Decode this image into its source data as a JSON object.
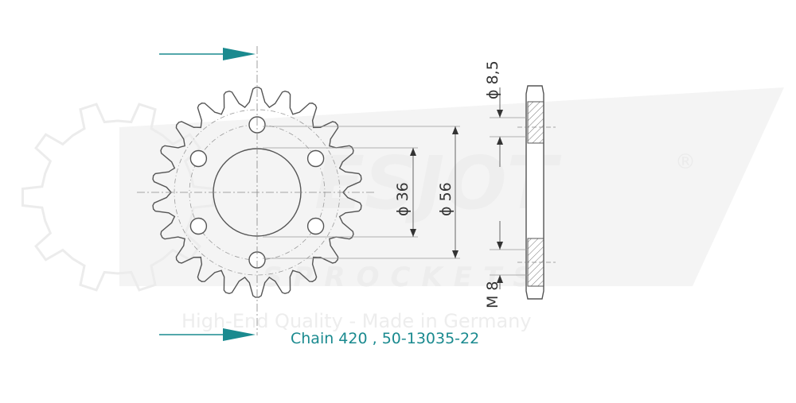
{
  "diagram": {
    "caption": "Chain 420 , 50-13035-22",
    "dimensions": {
      "bore_diameter": "ϕ 36",
      "bolt_circle_diameter": "ϕ 56",
      "hub_thickness": "ϕ 8,5",
      "thread": "M 8"
    },
    "teeth_count": 22,
    "colors": {
      "line": "#555555",
      "accent": "#1a8a8f",
      "watermark": "#ececec"
    }
  },
  "watermark": {
    "brand": "ESJOT",
    "subtitle": "SPROCKETS",
    "tagline": "High-End Quality - Made in Germany",
    "registered": "®"
  }
}
